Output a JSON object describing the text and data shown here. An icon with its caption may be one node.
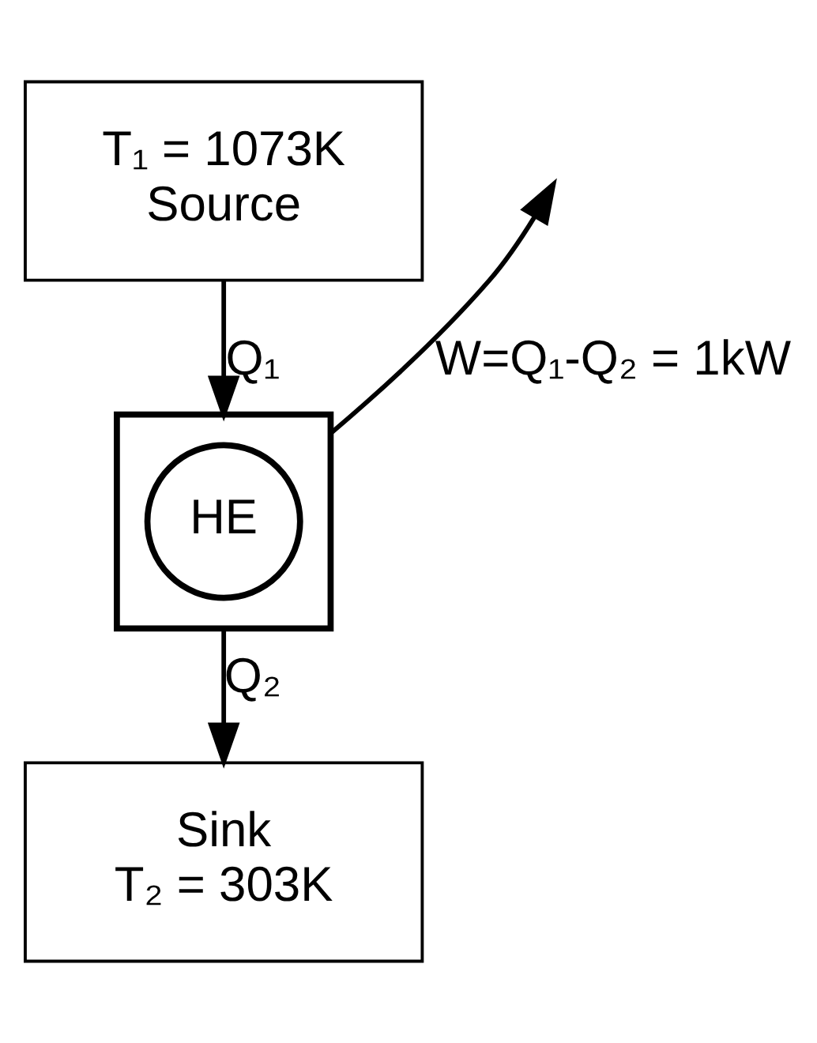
{
  "diagram": {
    "nodes": [
      {
        "text": [
          "T₁ = 1073K",
          "Source"
        ]
      },
      {
        "text": [],
        "shape": "box"
      },
      {
        "text": [
          "HE"
        ],
        "in": 1
      },
      {
        "text": [
          "Sink",
          "T₂ = 303K"
        ]
      }
    ],
    "edges": [
      {
        "from": 0,
        "to": 1,
        "arrow": "to",
        "label": "Q₁"
      },
      {
        "from": 1,
        "to": 3,
        "arrow": "to",
        "label": "Q₂"
      },
      {
        "from": 1,
        "to": null,
        "arrow": "to",
        "label": "W=Q₁-Q₂ = 1kW"
      }
    ]
  }
}
